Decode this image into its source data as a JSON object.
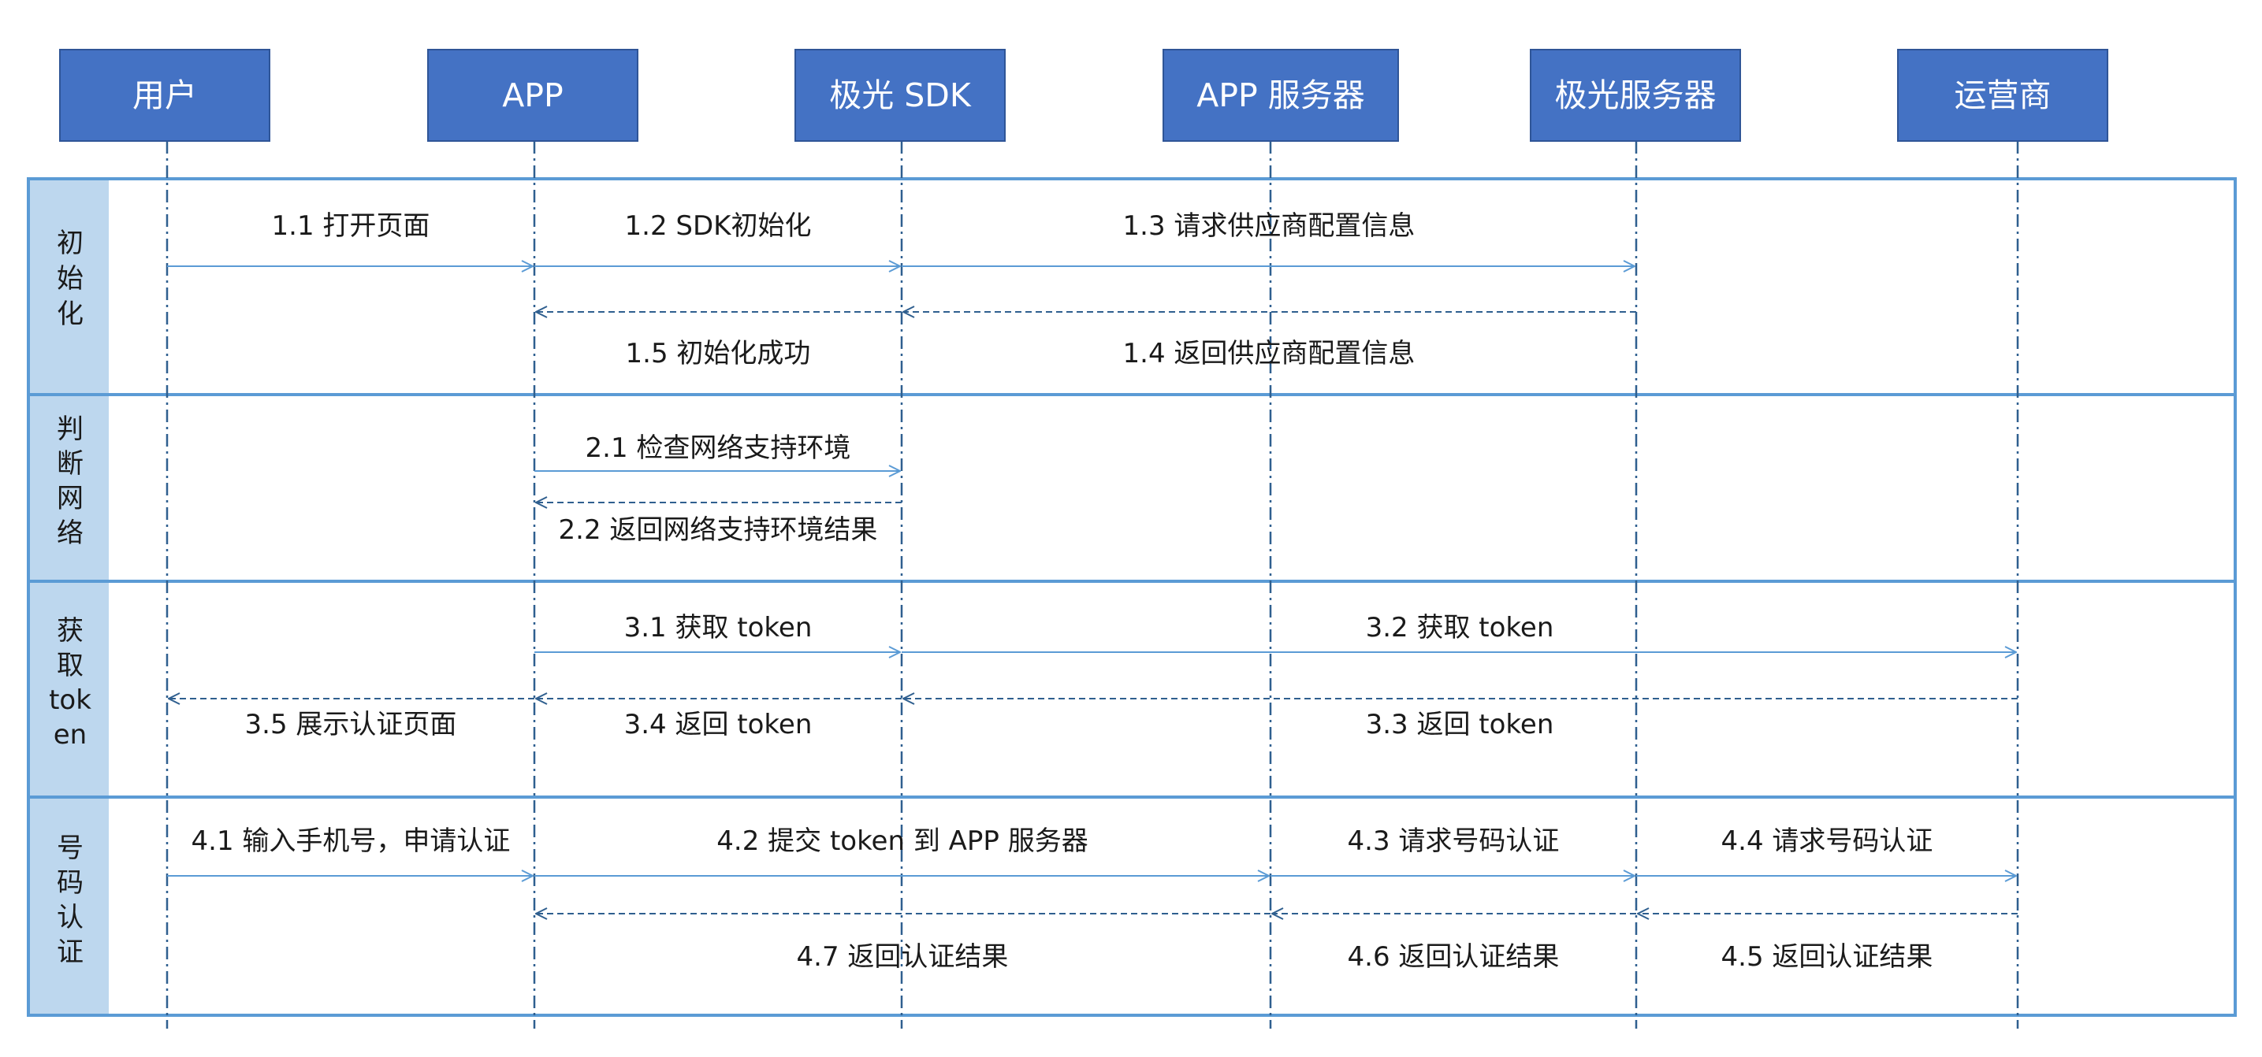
{
  "colors": {
    "actor_fill": "#4472C4",
    "actor_border": "#2F5597",
    "lane_fill": "#BDD7EE",
    "frame": "#5B9BD5",
    "arrow": "#5B9BD5",
    "return_arrow": "#2F5F8F",
    "lifeline": "#2F5F8F"
  },
  "actors": [
    {
      "id": "user",
      "label": "用户"
    },
    {
      "id": "app",
      "label": "APP"
    },
    {
      "id": "sdk",
      "label": "极光 SDK"
    },
    {
      "id": "appserver",
      "label": "APP 服务器"
    },
    {
      "id": "jgserver",
      "label": "极光服务器"
    },
    {
      "id": "operator",
      "label": "运营商"
    }
  ],
  "phases": [
    {
      "id": "init",
      "label_lines": [
        "初",
        "始",
        "化"
      ],
      "messages": [
        {
          "label": "1.1 打开页面",
          "from": "user",
          "to": "app",
          "kind": "call"
        },
        {
          "label": "1.2 SDK初始化",
          "from": "app",
          "to": "sdk",
          "kind": "call"
        },
        {
          "label": "1.3 请求供应商配置信息",
          "from": "sdk",
          "to": "jgserver",
          "kind": "call"
        },
        {
          "label": "1.4 返回供应商配置信息",
          "from": "jgserver",
          "to": "sdk",
          "kind": "return"
        },
        {
          "label": "1.5 初始化成功",
          "from": "sdk",
          "to": "app",
          "kind": "return"
        }
      ]
    },
    {
      "id": "network",
      "label_lines": [
        "判",
        "断",
        "网",
        "络"
      ],
      "messages": [
        {
          "label": "2.1 检查网络支持环境",
          "from": "app",
          "to": "sdk",
          "kind": "call"
        },
        {
          "label": "2.2 返回网络支持环境结果",
          "from": "sdk",
          "to": "app",
          "kind": "return"
        }
      ]
    },
    {
      "id": "token",
      "label_lines": [
        "获",
        "取",
        "tok",
        "en"
      ],
      "messages": [
        {
          "label": "3.1 获取 token",
          "from": "app",
          "to": "sdk",
          "kind": "call"
        },
        {
          "label": "3.2 获取 token",
          "from": "sdk",
          "to": "operator",
          "kind": "call"
        },
        {
          "label": "3.3 返回 token",
          "from": "operator",
          "to": "sdk",
          "kind": "return"
        },
        {
          "label": "3.4 返回 token",
          "from": "sdk",
          "to": "app",
          "kind": "return"
        },
        {
          "label": "3.5 展示认证页面",
          "from": "app",
          "to": "user",
          "kind": "return"
        }
      ]
    },
    {
      "id": "verify",
      "label_lines": [
        "号",
        "码",
        "认",
        "证"
      ],
      "messages": [
        {
          "label": "4.1 输入手机号，申请认证",
          "from": "user",
          "to": "app",
          "kind": "call"
        },
        {
          "label": "4.2 提交 token 到 APP 服务器",
          "from": "app",
          "to": "appserver",
          "kind": "call"
        },
        {
          "label": "4.3 请求号码认证",
          "from": "appserver",
          "to": "jgserver",
          "kind": "call"
        },
        {
          "label": "4.4 请求号码认证",
          "from": "jgserver",
          "to": "operator",
          "kind": "call"
        },
        {
          "label": "4.5 返回认证结果",
          "from": "operator",
          "to": "jgserver",
          "kind": "return"
        },
        {
          "label": "4.6 返回认证结果",
          "from": "jgserver",
          "to": "appserver",
          "kind": "return"
        },
        {
          "label": "4.7 返回认证结果",
          "from": "appserver",
          "to": "app",
          "kind": "return"
        }
      ]
    }
  ]
}
